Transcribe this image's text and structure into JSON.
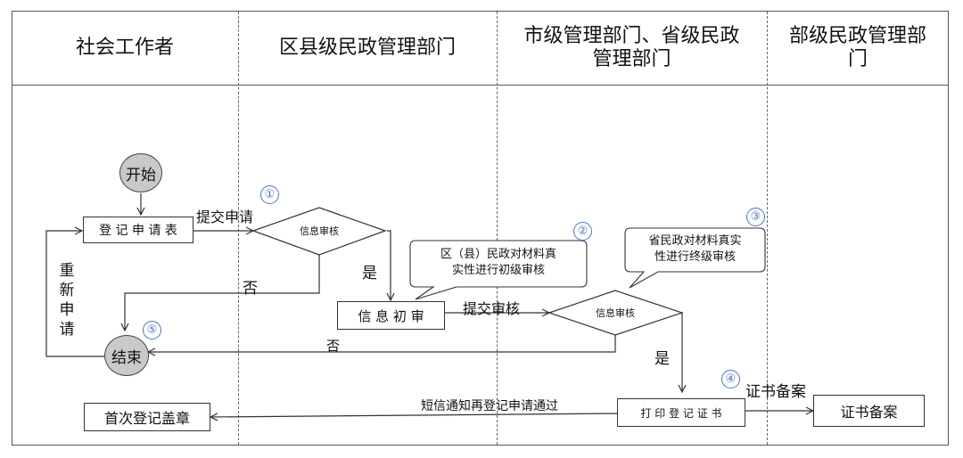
{
  "lanes": [
    {
      "title": "社会工作者"
    },
    {
      "title": "区县级民政管理部门"
    },
    {
      "title_line1": "市级管理部门、省级民政",
      "title_line2": "管理部门"
    },
    {
      "title_line1": "部级民政管理部",
      "title_line2": "门"
    }
  ],
  "nodes": {
    "start": "开始",
    "apply_form": "登 记 申 请 表",
    "review1": "信息审核",
    "initial_review": "信 息 初 审",
    "review2": "信息审核",
    "end": "结束",
    "first_seal": "首次登记盖章",
    "print_cert": "打 印 登 记 证 书",
    "cert_filing": "证书备案"
  },
  "callouts": {
    "county": {
      "line1": "区（县）民政对材料真",
      "line2": "实性进行初级审核"
    },
    "province": {
      "line1": "省民政对材料真实",
      "line2": "性进行终级审核"
    }
  },
  "edge_labels": {
    "submit_apply": "提交申请",
    "yes1": "是",
    "no1": "否",
    "submit_review": "提交审核",
    "no2": "否",
    "yes2": "是",
    "sms_notice": "短信通知再登记申请通过",
    "cert_filing_label": "证书备案",
    "reapply": [
      "重",
      "新",
      "申",
      "请"
    ]
  },
  "step_numbers": [
    "①",
    "②",
    "③",
    "④",
    "⑤"
  ],
  "colors": {
    "accent": "#4a74c9",
    "circle_fill": "#c9c9c9",
    "line": "#333333"
  }
}
